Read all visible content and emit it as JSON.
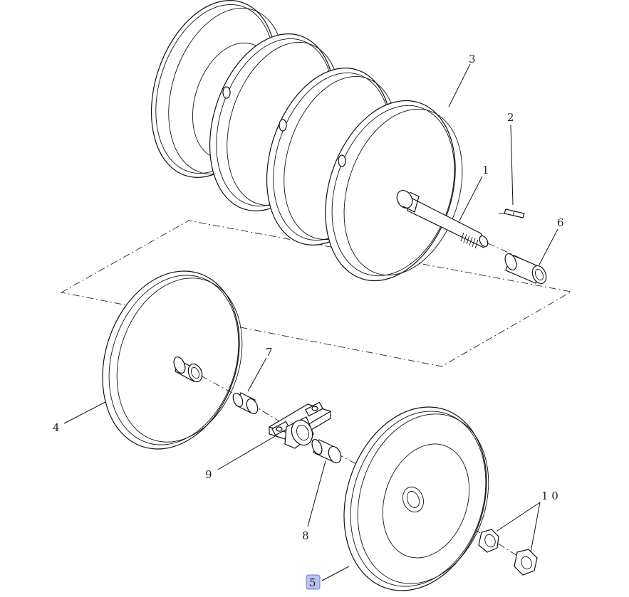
{
  "callouts": [
    {
      "id": "1",
      "text": "1"
    },
    {
      "id": "2",
      "text": "2"
    },
    {
      "id": "3",
      "text": "3"
    },
    {
      "id": "4",
      "text": "4"
    },
    {
      "id": "5",
      "text": "5"
    },
    {
      "id": "6",
      "text": "6"
    },
    {
      "id": "7",
      "text": "7"
    },
    {
      "id": "8",
      "text": "8"
    },
    {
      "id": "9",
      "text": "9"
    },
    {
      "id": "10",
      "text": "1 0"
    }
  ],
  "highlight_color": "#b9c3ee"
}
